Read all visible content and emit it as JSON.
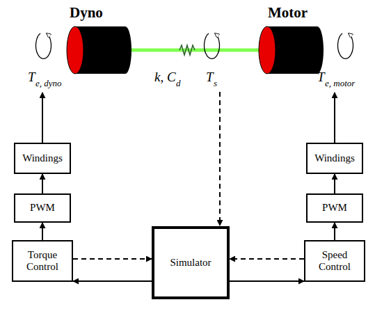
{
  "diagram": {
    "nodes": [
      {
        "text": [
          "Windings"
        ]
      },
      {
        "text": [
          "Windings"
        ]
      },
      {
        "text": [
          "PWM"
        ]
      },
      {
        "text": [
          "PWM"
        ]
      },
      {
        "text": [
          "Simulator"
        ]
      },
      {
        "text": [
          "Torque Control"
        ]
      },
      {
        "text": [
          "Speed Control"
        ]
      }
    ],
    "edges": [
      {
        "from": 2,
        "to": 0,
        "arrow": "to"
      },
      {
        "from": 3,
        "to": 1,
        "arrow": "to"
      },
      {
        "from": 5,
        "to": 2,
        "arrow": "to"
      },
      {
        "from": 6,
        "to": 3,
        "arrow": "to"
      },
      {
        "from": 5,
        "to": 4,
        "arrow": "to"
      },
      {
        "from": 4,
        "to": 5,
        "arrow": "to"
      },
      {
        "from": 6,
        "to": 4,
        "arrow": "to"
      },
      {
        "from": 4,
        "to": 6,
        "arrow": "to"
      }
    ],
    "labels": [
      "Dyno",
      "Motor",
      "T",
      "e, dyno",
      "k, C",
      "d",
      "T",
      "s",
      "T",
      "e, motor"
    ]
  }
}
